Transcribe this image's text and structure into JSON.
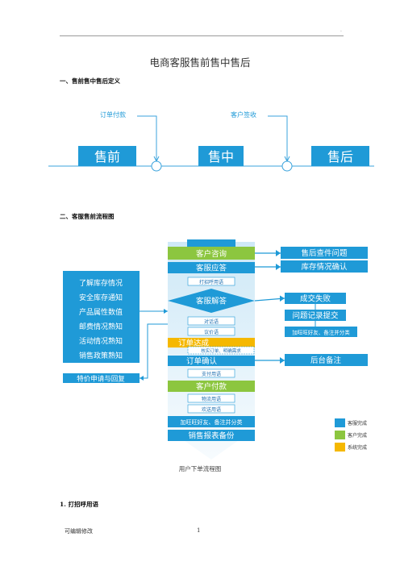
{
  "header": {
    "dot": "."
  },
  "title": "电商客服售前售中售后",
  "sections": {
    "s1": "一、售前售中售后定义",
    "s2": "二、客服售前流程图",
    "s3": "1.  打招呼用语"
  },
  "timeline": {
    "events": [
      "订单付款",
      "客户签收"
    ],
    "stages": [
      "售前",
      "售中",
      "售后"
    ],
    "colors": {
      "stage": "#1f9ad7",
      "line": "#3ba3dc"
    }
  },
  "flow": {
    "left_list": [
      "了解库存情况",
      "安全库存通知",
      "产品属性数值",
      "邮费情况熟知",
      "活动情况熟知",
      "销售政策熟知"
    ],
    "left_bottom": "特价申请与回复",
    "main": {
      "inquiry": "客户咨询",
      "reply": "客服应答",
      "greeting": "打招呼用语",
      "answer": "客服解答",
      "dialog": "对话语",
      "bargain": "议价语",
      "deal": "订单达成",
      "confirm_tip": "核实订单、明确需求",
      "confirm": "订单确认",
      "pay_prompt": "支付用语",
      "pay": "客户付款",
      "logistics": "物流用语",
      "farewell": "欢送用语",
      "add_friend": "加旺旺好友、备注并分类",
      "report": "销售报表备份"
    },
    "right": {
      "after_sale": "售后查件问题",
      "stock": "库存情况确认",
      "fail": "成交失败",
      "record": "问题记录提交",
      "friend": "加旺旺好友、备注并分类",
      "remark": "后台备注"
    },
    "legend": [
      "客服完成",
      "客户完成",
      "系统完成"
    ],
    "colors": {
      "blue": "#1f9ad7",
      "green": "#8cc63f",
      "yellow": "#f5b800",
      "light": "#c9e6f6"
    }
  },
  "caption": "用户下单流程图",
  "footer": {
    "left": "可编辑修改",
    "page": "1"
  }
}
